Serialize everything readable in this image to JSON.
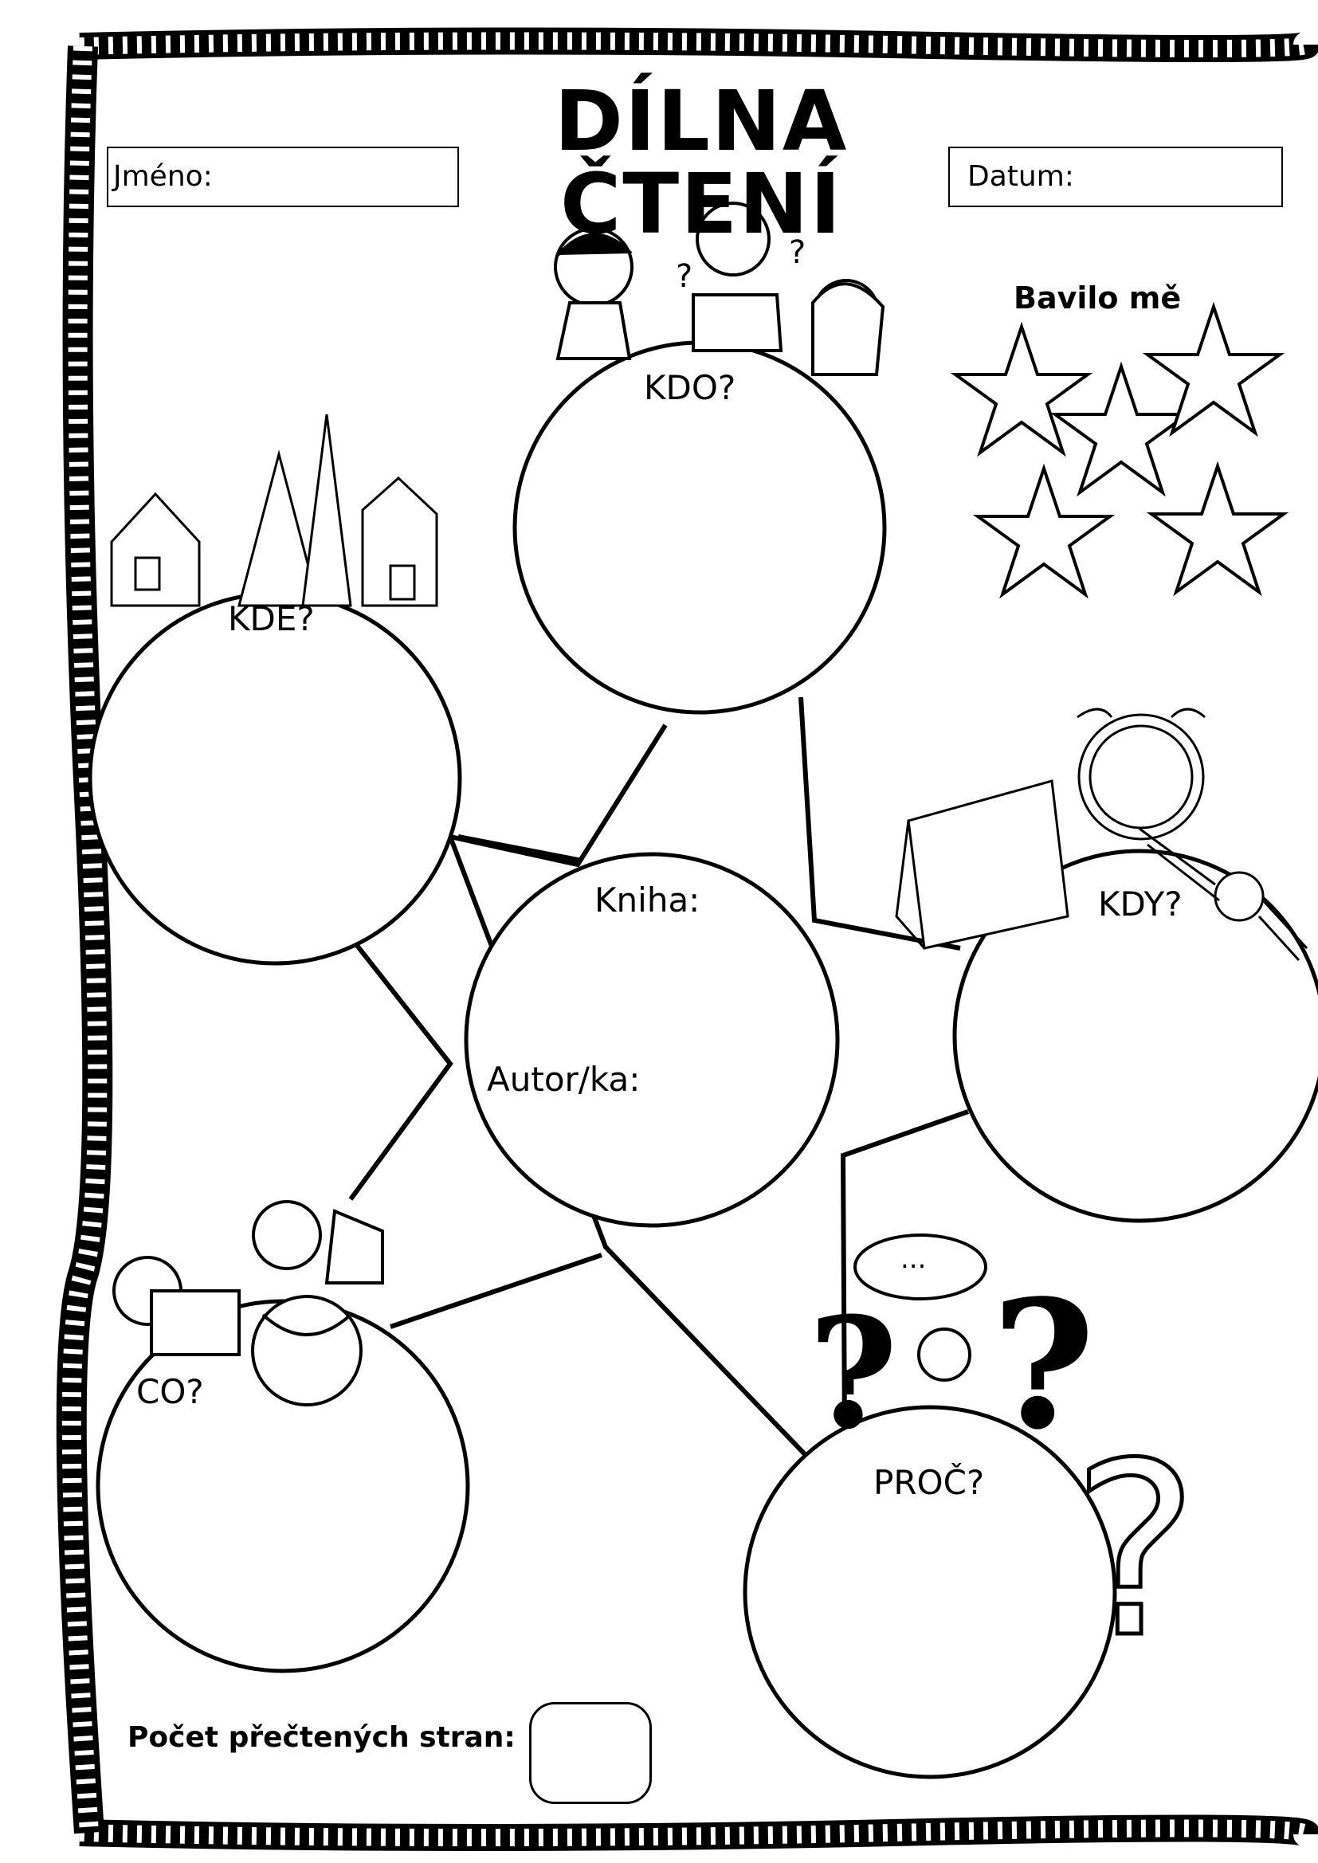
{
  "header": {
    "title": "DÍLNA ČTENÍ",
    "name_label": "Jméno:",
    "date_label": "Datum:"
  },
  "rating": {
    "label": "Bavilo mě",
    "stars_total": 5,
    "stars_filled": 0
  },
  "bubbles": {
    "kdo": "KDO?",
    "kde": "KDE?",
    "kdy": "KDY?",
    "co": "CO?",
    "proc": "PROČ?",
    "center_book": "Kniha:",
    "center_author": "Autor/ka:"
  },
  "thought_bubble": "...",
  "footer": {
    "pages_label": "Počet přečtených stran:",
    "pages_value": ""
  },
  "icons": [
    "children-icon",
    "houses-trees-icon",
    "calendar-icon",
    "alarm-clock-icon",
    "wristwatch-icon",
    "toys-icon",
    "question-marks-icon"
  ]
}
